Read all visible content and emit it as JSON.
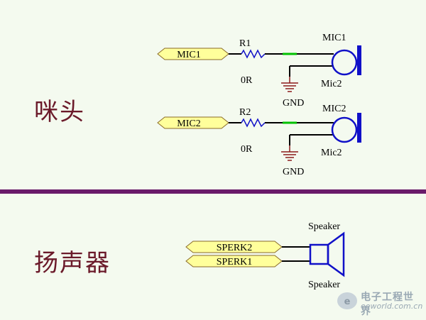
{
  "sections": {
    "microphone_label": "咪头",
    "speaker_label": "扬声器"
  },
  "mic_circuit_1": {
    "net_label": "MIC1",
    "resistor_ref": "R1",
    "resistor_value": "0R",
    "ground_label": "GND",
    "mic_ref": "MIC1",
    "mic_pin_label": "Mic2"
  },
  "mic_circuit_2": {
    "net_label": "MIC2",
    "resistor_ref": "R2",
    "resistor_value": "0R",
    "ground_label": "GND",
    "mic_ref": "MIC2",
    "mic_pin_label": "Mic2"
  },
  "speaker_circuit": {
    "net_label_top": "SPERK2",
    "net_label_bottom": "SPERK1",
    "speaker_ref": "Speaker",
    "speaker_value": "Speaker"
  },
  "watermark": {
    "text_cn": "电子工程世界",
    "url": "eeworld.com.cn"
  },
  "colors": {
    "background": "#f4faef",
    "divider": "#6a1b6a",
    "section_text": "#6b1a2a",
    "net_label_fill": "#ffff9b",
    "net_label_stroke": "#8a6b2a",
    "component_blue": "#1010c8",
    "ground_red": "#8b1a1a",
    "wire": "#000000",
    "wire_green": "#00c000"
  }
}
